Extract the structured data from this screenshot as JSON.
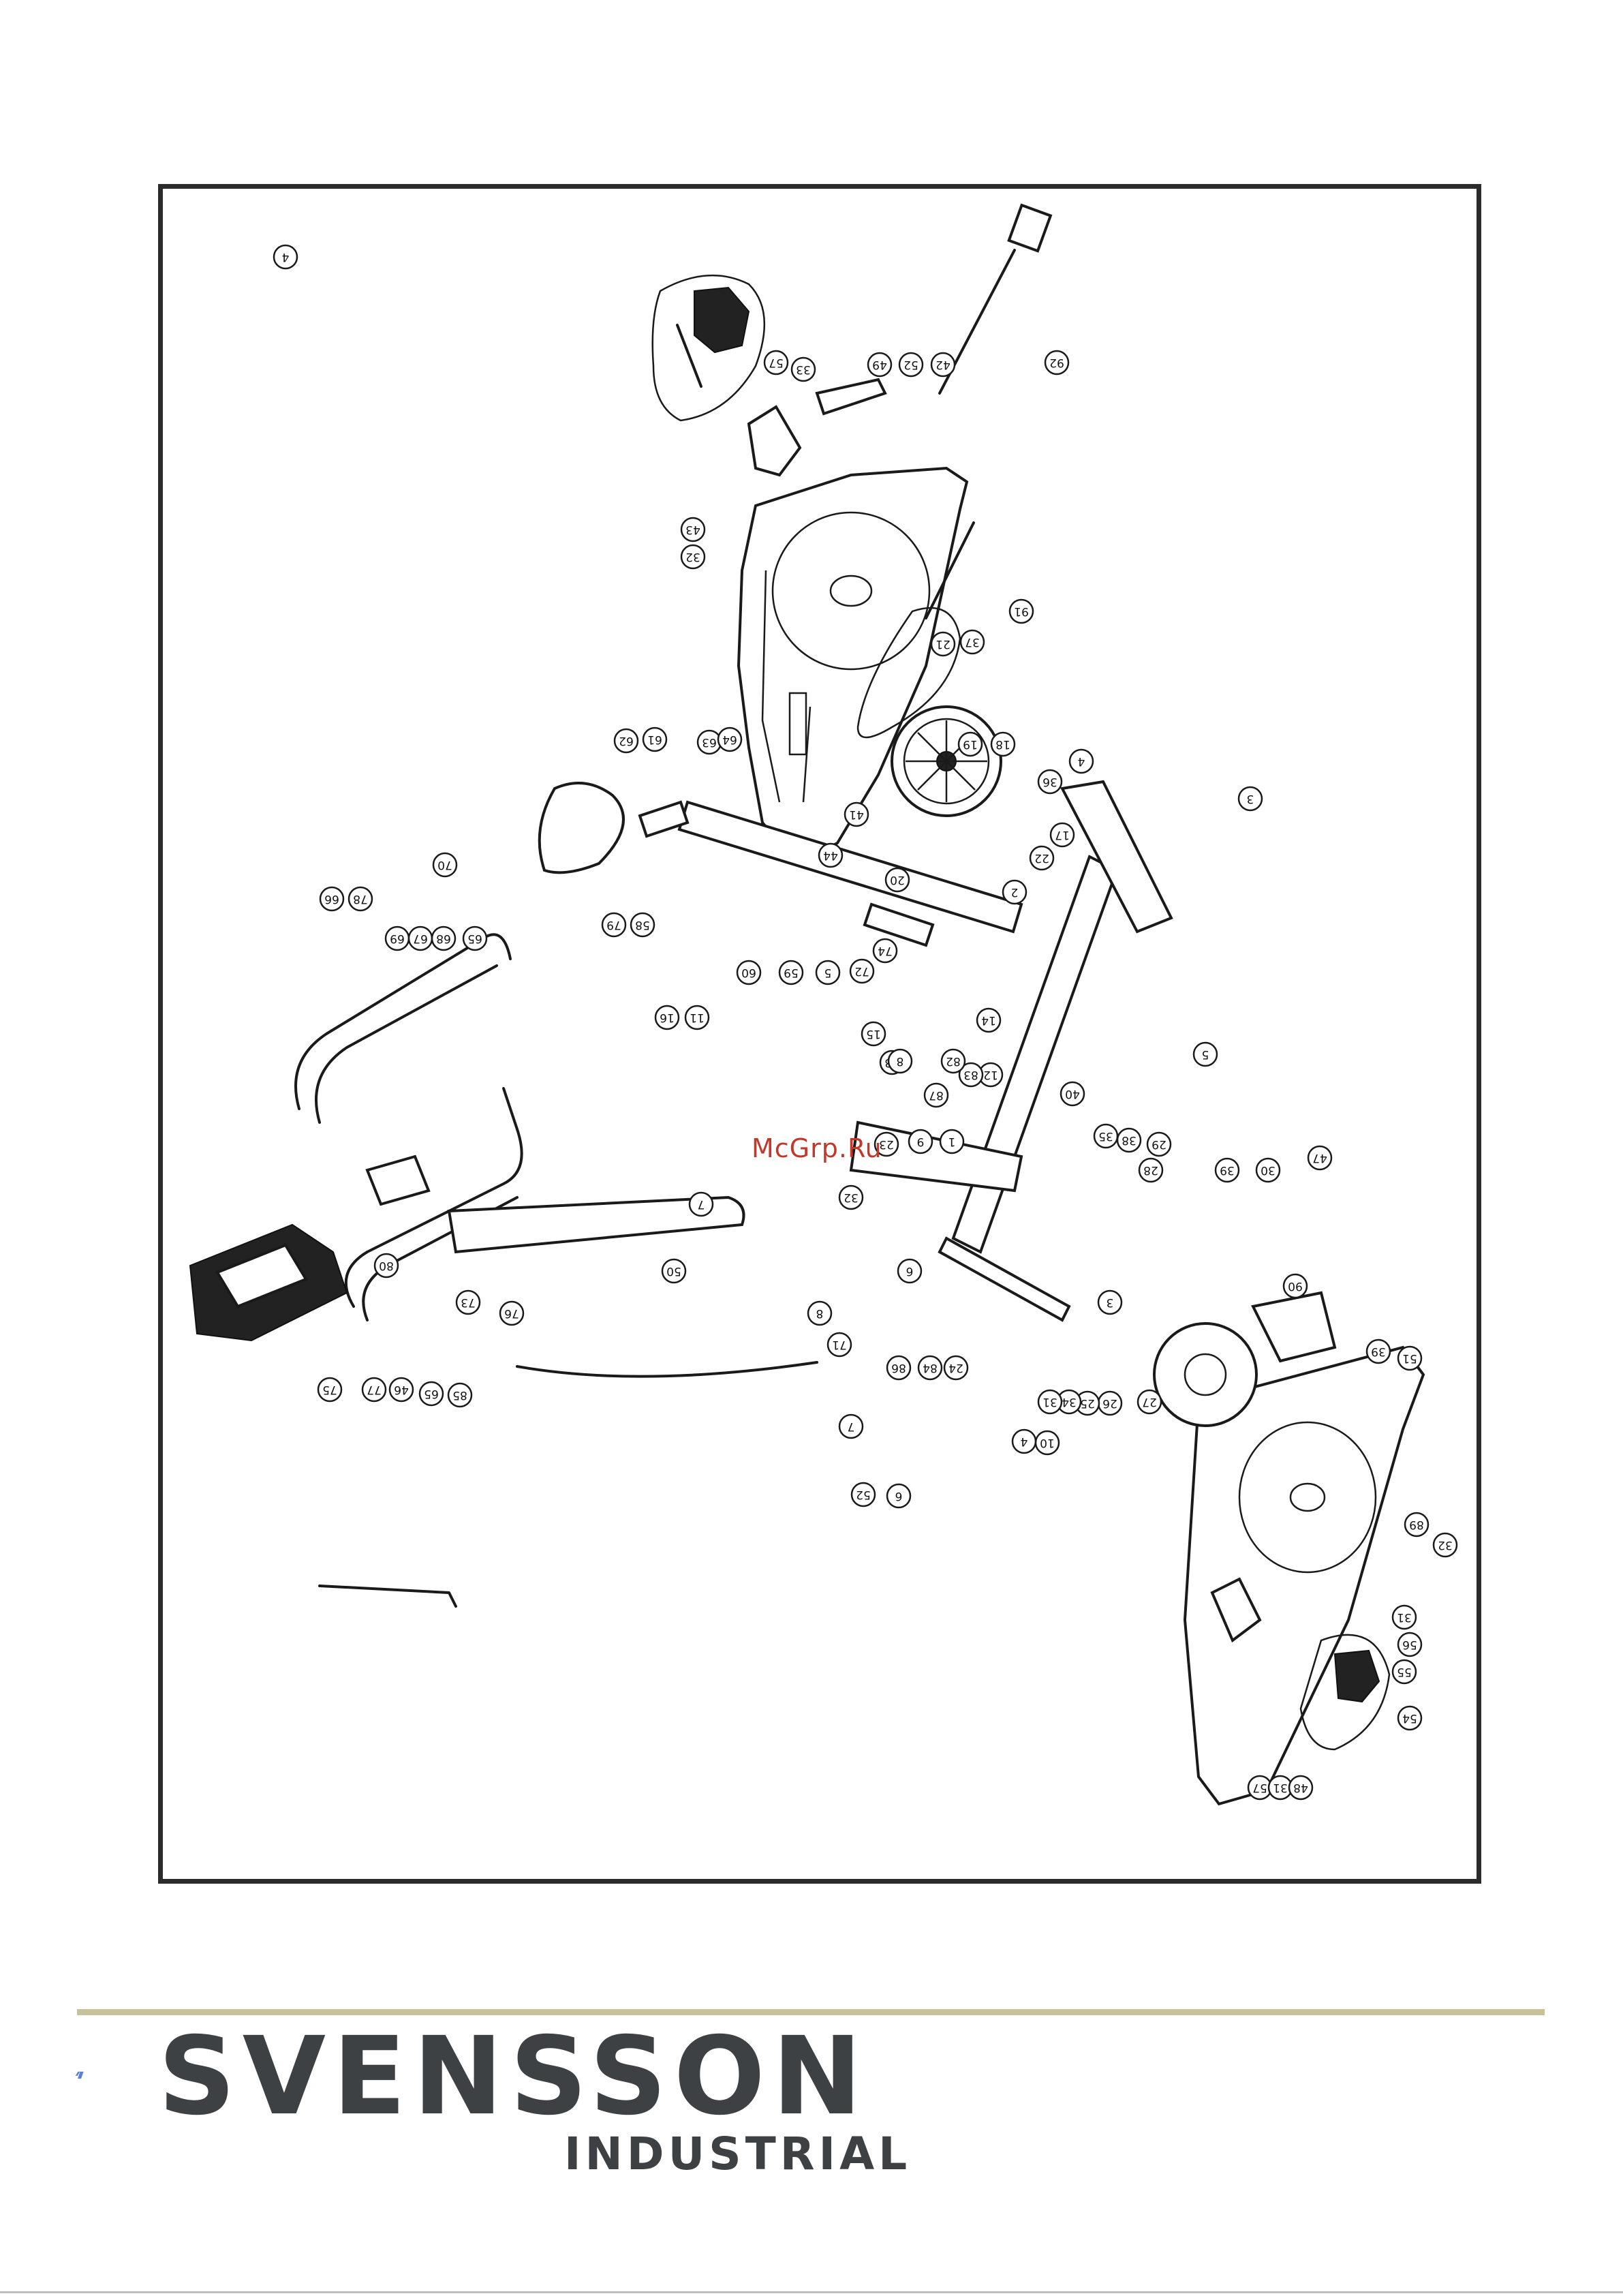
{
  "watermark": "McGrp.Ru",
  "brand": {
    "name": "SVENSSON",
    "subtitle": "INDUSTRIAL",
    "rule_color": "#c8c29b",
    "text_color": "#3e4143",
    "mark_color": "#5a7fd6"
  },
  "callouts": [
    {
      "label": "57"
    },
    {
      "label": "33"
    },
    {
      "label": "49"
    },
    {
      "label": "52"
    },
    {
      "label": "42"
    },
    {
      "label": "92"
    },
    {
      "label": "43"
    },
    {
      "label": "32"
    },
    {
      "label": "91"
    },
    {
      "label": "21"
    },
    {
      "label": "37"
    },
    {
      "label": "62"
    },
    {
      "label": "61"
    },
    {
      "label": "63"
    },
    {
      "label": "64"
    },
    {
      "label": "19"
    },
    {
      "label": "18"
    },
    {
      "label": "4"
    },
    {
      "label": "3"
    },
    {
      "label": "41"
    },
    {
      "label": "44"
    },
    {
      "label": "70"
    },
    {
      "label": "22"
    },
    {
      "label": "17"
    },
    {
      "label": "36"
    },
    {
      "label": "20"
    },
    {
      "label": "2"
    },
    {
      "label": "66"
    },
    {
      "label": "78"
    },
    {
      "label": "69"
    },
    {
      "label": "67"
    },
    {
      "label": "68"
    },
    {
      "label": "65"
    },
    {
      "label": "79"
    },
    {
      "label": "58"
    },
    {
      "label": "60"
    },
    {
      "label": "59"
    },
    {
      "label": "5"
    },
    {
      "label": "72"
    },
    {
      "label": "74"
    },
    {
      "label": "16"
    },
    {
      "label": "11"
    },
    {
      "label": "15"
    },
    {
      "label": "13"
    },
    {
      "label": "14"
    },
    {
      "label": "12"
    },
    {
      "label": "83"
    },
    {
      "label": "82"
    },
    {
      "label": "87"
    },
    {
      "label": "1"
    },
    {
      "label": "9"
    },
    {
      "label": "23"
    },
    {
      "label": "40"
    },
    {
      "label": "7"
    },
    {
      "label": "32"
    },
    {
      "label": "35"
    },
    {
      "label": "38"
    },
    {
      "label": "29"
    },
    {
      "label": "28"
    },
    {
      "label": "39"
    },
    {
      "label": "30"
    },
    {
      "label": "47"
    },
    {
      "label": "80"
    },
    {
      "label": "50"
    },
    {
      "label": "6"
    },
    {
      "label": "8"
    },
    {
      "label": "71"
    },
    {
      "label": "73"
    },
    {
      "label": "76"
    },
    {
      "label": "75"
    },
    {
      "label": "77"
    },
    {
      "label": "46"
    },
    {
      "label": "65"
    },
    {
      "label": "85"
    },
    {
      "label": "86"
    },
    {
      "label": "84"
    },
    {
      "label": "24"
    },
    {
      "label": "27"
    },
    {
      "label": "26"
    },
    {
      "label": "25"
    },
    {
      "label": "34"
    },
    {
      "label": "31"
    },
    {
      "label": "90"
    },
    {
      "label": "39"
    },
    {
      "label": "51"
    },
    {
      "label": "89"
    },
    {
      "label": "32"
    },
    {
      "label": "31"
    },
    {
      "label": "56"
    },
    {
      "label": "55"
    },
    {
      "label": "54"
    },
    {
      "label": "57"
    },
    {
      "label": "31"
    },
    {
      "label": "48"
    },
    {
      "label": "52"
    },
    {
      "label": "6"
    },
    {
      "label": "7"
    },
    {
      "label": "8"
    },
    {
      "label": "10"
    },
    {
      "label": "4"
    },
    {
      "label": "3"
    },
    {
      "label": "5"
    },
    {
      "label": "4"
    }
  ]
}
